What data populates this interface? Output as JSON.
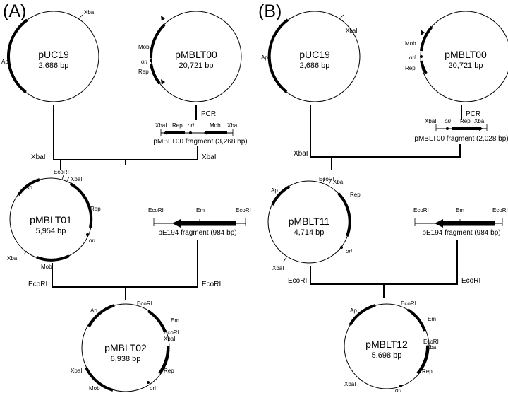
{
  "panel_a": {
    "label": "(A)",
    "puc19": {
      "name": "pUC19",
      "size": "2,686 bp",
      "xbai": "XbaI",
      "ap": "Ap"
    },
    "pmblt00": {
      "name": "pMBLT00",
      "size": "20,721 bp",
      "mob": "Mob",
      "ori": "ori",
      "rep": "Rep"
    },
    "pcr": "PCR",
    "fragment": {
      "caption": "pMBLT00 fragment (3,268 bp)",
      "xbai_left": "XbaI",
      "rep": "Rep",
      "ori": "ori",
      "mob": "Mob",
      "xbai_right": "XbaI"
    },
    "xbai_left": "XbaI",
    "xbai_right": "XbaI",
    "pmblt01": {
      "name": "pMBLT01",
      "size": "5,954 bp",
      "ap": "Ap",
      "ecori": "EcoRI",
      "xbai_top": "XbaI",
      "rep": "Rep",
      "ori": "ori",
      "mob": "Mob",
      "xbai_bottom": "XbaI"
    },
    "pe194": {
      "caption": "pE194 fragment (984 bp)",
      "ecori_left": "EcoRI",
      "em": "Em",
      "ecori_right": "EcoRI"
    },
    "ecori_left": "EcoRI",
    "ecori_right": "EcoRI",
    "pmblt02": {
      "name": "pMBLT02",
      "size": "6,938 bp",
      "ap": "Ap",
      "ecori_top": "EcoRI",
      "em": "Em",
      "ecori_mid": "EcoRI",
      "xbai_right": "XbaI",
      "rep": "Rep",
      "ori": "ori",
      "mob": "Mob",
      "xbai_left": "XbaI"
    }
  },
  "panel_b": {
    "label": "(B)",
    "puc19": {
      "name": "pUC19",
      "size": "2,686 bp",
      "xbai": "XbaI",
      "ap": "Ap"
    },
    "pmblt00": {
      "name": "pMBLT00",
      "size": "20,721 bp",
      "mob": "Mob",
      "ori": "ori",
      "rep": "Rep"
    },
    "pcr": "PCR",
    "fragment": {
      "caption": "pMBLT00 fragment (2,028 bp)",
      "xbai_left": "XbaI",
      "ori": "ori",
      "rep": "Rep",
      "xbai_right": "XbaI"
    },
    "xbai_left": "XbaI",
    "pmblt11": {
      "name": "pMBLT11",
      "size": "4,714 bp",
      "ap": "Ap",
      "ecori": "EcoRI",
      "xbai_top": "XbaI",
      "rep": "Rep",
      "ori": "ori",
      "xbai_bottom": "XbaI"
    },
    "pe194": {
      "caption": "pE194 fragment (984 bp)",
      "ecori_left": "EcoRI",
      "em": "Em",
      "ecori_right": "EcoRI"
    },
    "ecori_left": "EcoRI",
    "ecori_right": "EcoRI",
    "pmblt12": {
      "name": "pMBLT12",
      "size": "5,698 bp",
      "ap": "Ap",
      "ecori_top": "EcoRI",
      "em": "Em",
      "ecori_mid": "EcoRI",
      "xbai_right": "XbaI",
      "rep": "Rep",
      "ori": "ori",
      "xbai_left": "XbaI"
    }
  }
}
